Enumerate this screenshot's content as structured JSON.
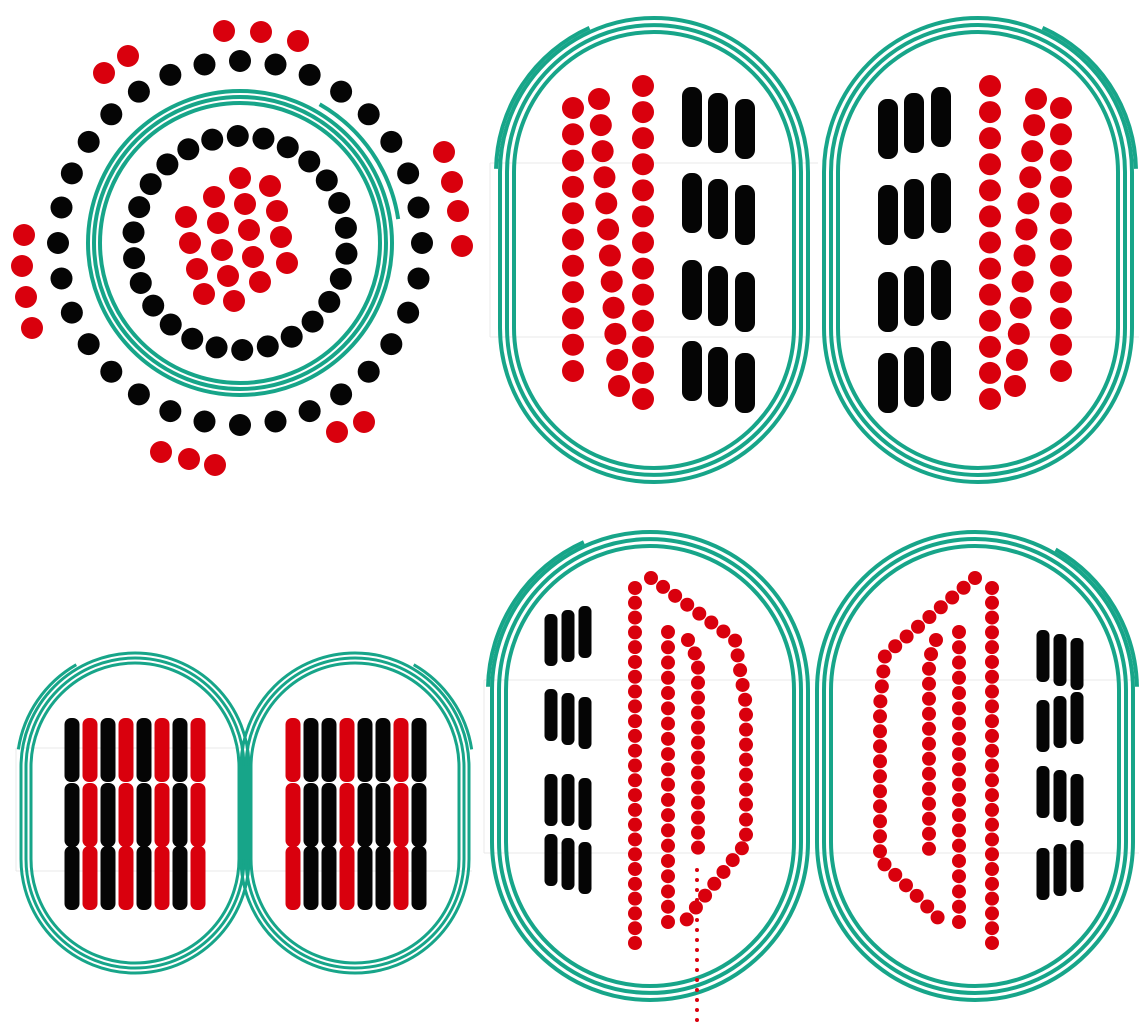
{
  "colors": {
    "background": "#ffffff",
    "membrane": "#17a589",
    "red_bead": "#d9000d",
    "black_bead": "#050505",
    "frame": "#e8e8e8"
  },
  "panels": [
    {
      "name": "circular-arrangement"
    },
    {
      "name": "dividing-pair-top"
    },
    {
      "name": "striped-pair-bottom-left"
    },
    {
      "name": "dotted-pair-bottom-right"
    }
  ]
}
